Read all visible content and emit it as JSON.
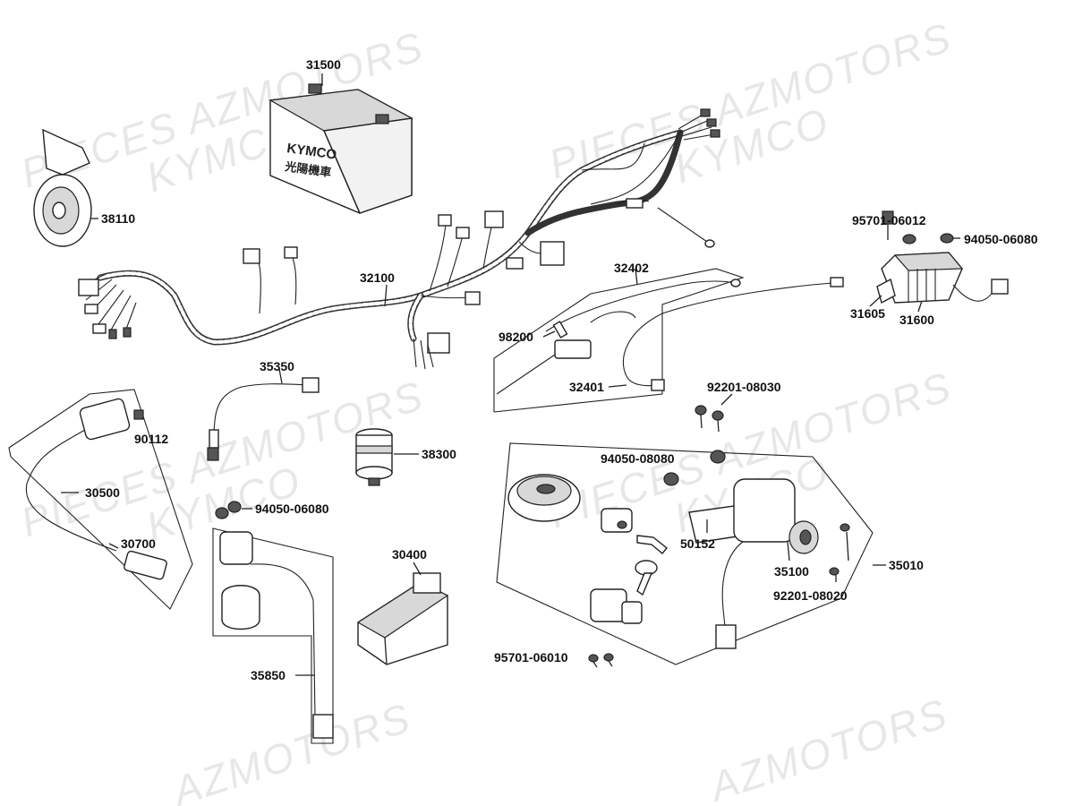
{
  "watermarks": {
    "line1": "PIECES AZMOTORS",
    "line2": "KYMCO",
    "line3": "AZMOTORS"
  },
  "battery_branding": {
    "brand": "KYMCO",
    "cjk": "光陽機車"
  },
  "part_numbers": {
    "p31500": "31500",
    "p38110": "38110",
    "p32100": "32100",
    "p32402": "32402",
    "p98200": "98200",
    "p32401": "32401",
    "p95701_06012": "95701-06012",
    "p94050_06080_top": "94050-06080",
    "p31605": "31605",
    "p31600": "31600",
    "p35350": "35350",
    "p90112": "90112",
    "p92201_08030": "92201-08030",
    "p30500": "30500",
    "p38300": "38300",
    "p94050_08080": "94050-08080",
    "p94050_06080_mid": "94050-06080",
    "p30700": "30700",
    "p50152": "50152",
    "p35100": "35100",
    "p35010": "35010",
    "p92201_08020": "92201-08020",
    "p30400": "30400",
    "p95701_06010": "95701-06010",
    "p35850": "35850"
  }
}
